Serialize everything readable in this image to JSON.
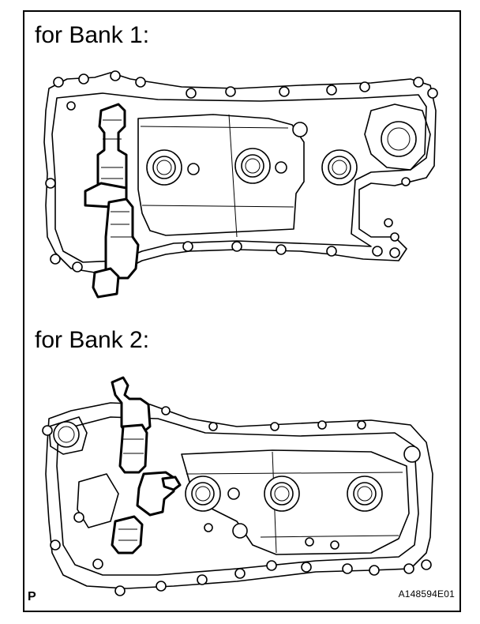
{
  "figure": {
    "bank1_label": "for Bank 1:",
    "bank2_label": "for Bank 2:",
    "corner_mark": "P",
    "reference_code": "A148594E01"
  }
}
